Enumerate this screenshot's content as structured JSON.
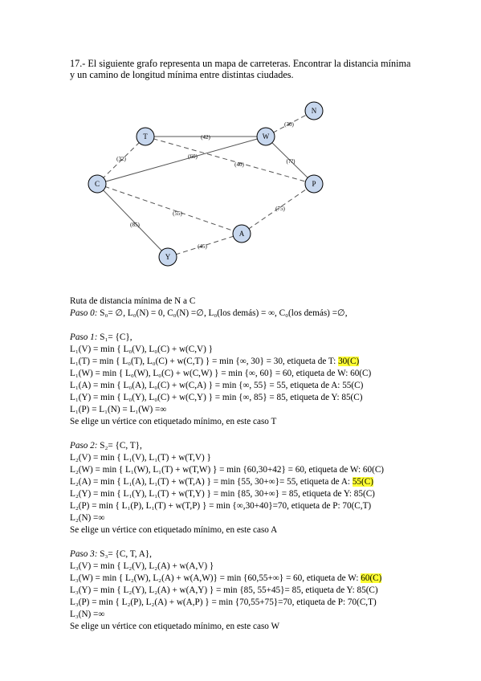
{
  "intro": {
    "line1": "17.- El siguiente grafo representa un mapa de carreteras. Encontrar la distancia mínima",
    "line2": "y un camino de longitud mínima entre distintas ciudades."
  },
  "graph": {
    "nodes": {
      "T": "T",
      "W": "W",
      "N": "N",
      "C": "C",
      "P": "P",
      "A": "A",
      "Y": "Y"
    },
    "edges": {
      "TW": "(42)",
      "WN": "(30)",
      "TC": "(32)",
      "CW": "(60)",
      "TP": "(40)",
      "WP": "(??)",
      "CA": "(55)",
      "AP": "(75)",
      "CY": "(85)",
      "YA": "(45)"
    }
  },
  "ruta": {
    "title": "Ruta de distancia mínima de N a C"
  },
  "paso0": {
    "label": "Paso 0:",
    "text": "S₀= ∅, L₀(N) = 0, C₀(N) =∅, L₀(los demás) = ∞, C₀(los demás) =∅,"
  },
  "paso1": {
    "label": "Paso 1:",
    "set": "S₁= {C},",
    "l1": "L₁(V) =  min { L₀(V), L₀(C) + w(C,V) }",
    "l2": "L₁(T) =  min { L₀(T), L₀(C) + w(C,T) } = min {∞, 30} = 30, etiqueta de T: ",
    "l2_hl": "30(C)",
    "l3": "L₁(W) =  min { L₀(W), L₀(C) + w(C,W) } = min {∞, 60} = 60, etiqueta de W: 60(C)",
    "l4": "L₁(A) =  min { L₀(A), L₀(C) + w(C,A) } = min {∞, 55} = 55, etiqueta de A: 55(C)",
    "l5": "L₁(Y) =  min { L₀(Y), L₀(C) + w(C,Y) } = min {∞, 85} = 85, etiqueta de Y: 85(C)",
    "l6": "L₁(P) = L₁(N) =  L₁(W) =∞",
    "l7": "Se elige un vértice con etiquetado mínimo, en este caso T"
  },
  "paso2": {
    "label": "Paso 2:",
    "set": "S₂= {C, T},",
    "l1": "L₂(V) =  min { L₁(V), L₁(T) + w(T,V) }",
    "l2": "L₂(W) =  min { L₁(W), L₁(T) + w(T,W) } = min {60,30+42} = 60, etiqueta de W: 60(C)",
    "l3": "L₂(A) =  min { L₁(A), L₁(T) + w(T,A) } = min {55, 30+∞}= 55, etiqueta de A: ",
    "l3_hl": "55(C)",
    "l4": "L₂(Y) =  min { L₁(Y), L₁(T) + w(T,Y) } = min {85, 30+∞} = 85, etiqueta de Y: 85(C)",
    "l5": "L₂(P) = min { L₁(P), L₁(T) + w(T,P) } = min {∞,30+40}=70, etiqueta de P: 70(C,T)",
    "l6": "L₂(N) =∞",
    "l7": "Se elige un vértice con etiquetado mínimo, en este caso A"
  },
  "paso3": {
    "label": "Paso 3:",
    "set": "S₃= {C, T, A},",
    "l1": "L₃(V) =  min { L₂(V), L₂(A) + w(A,V) }",
    "l2": "L₃(W) =  min { L₂(W), L₂(A) + w(A,W)} = min {60,55+∞} = 60, etiqueta de W: ",
    "l2_hl": "60(C)",
    "l3": "L₃(Y) =  min { L₂(Y), L₂(A) + w(A,Y) } = min {85, 55+45}= 85, etiqueta de Y: 85(C)",
    "l4": "L₃(P) = min { L₂(P), L₂(A) + w(A,P) } = min {70,55+75}=70, etiqueta de P: 70(C,T)",
    "l5": "L₃(N) =∞",
    "l6": "Se elige un vértice con etiquetado mínimo, en este caso W"
  }
}
